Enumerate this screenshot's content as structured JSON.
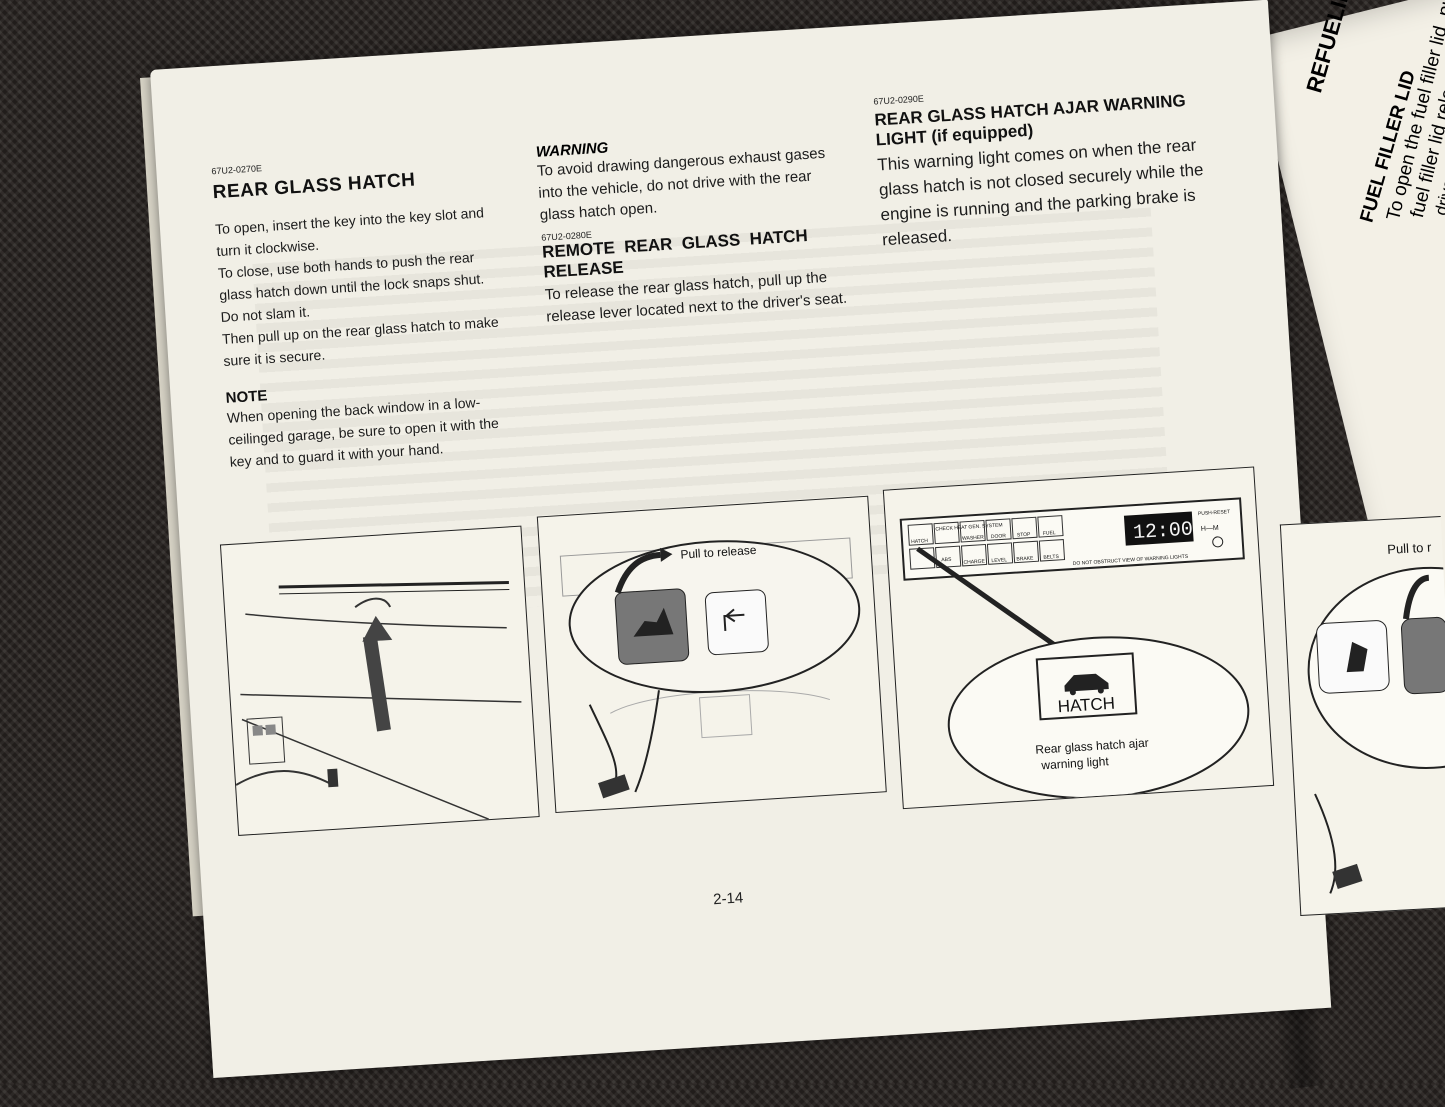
{
  "left_column": {
    "code": "67U2-0270E",
    "title": "REAR GLASS HATCH",
    "lines": [
      "To open, insert the key into the key slot and",
      "turn it clockwise.",
      "To close, use both hands to push the rear",
      "glass hatch down until the lock snaps shut.",
      "Do not slam it.",
      "Then pull up on the rear glass hatch to make",
      "sure it is secure."
    ],
    "note_title": "NOTE",
    "note_lines": [
      "When opening the back window in a low-",
      "ceilinged garage, be sure to open it with the",
      "key and to guard it with your hand."
    ]
  },
  "middle_column": {
    "warning_title": "WARNING",
    "warning_lines": [
      "To avoid drawing dangerous exhaust gases",
      "into the vehicle, do not drive with the rear",
      "glass hatch open."
    ],
    "code": "67U2-0280E",
    "title_line1": "REMOTE  REAR  GLASS  HATCH",
    "title_line2": "RELEASE",
    "lines": [
      "To release the rear glass hatch, pull up the",
      "release lever located next to the driver's seat."
    ]
  },
  "right_column": {
    "code": "67U2-0290E",
    "title_line1": "REAR GLASS HATCH AJAR WARNING",
    "title_line2": "LIGHT (if equipped)",
    "lines": [
      "This warning light comes on when the rear",
      "glass hatch is not closed securely while the",
      "engine is running and the parking brake is",
      "released."
    ]
  },
  "figure2": {
    "callout": "Pull to release"
  },
  "figure3": {
    "clock": "12:00",
    "panel_labels": [
      "HATCH",
      "CHECK HEAT GEN. SYSTEM",
      "WASHER",
      "DOOR",
      "STOP",
      "FUEL",
      "",
      "ABS",
      "CHARGE",
      "LEVEL",
      "BRAKE",
      "BELTS"
    ],
    "push_reset": "PUSH-RESET",
    "hm": "H—M",
    "panel_note": "DO NOT OBSTRUCT VIEW OF WARNING LIGHTS",
    "hatch_label": "HATCH",
    "caption_line1": "Rear glass hatch ajar",
    "caption_line2": "warning light"
  },
  "page_number": "2-14",
  "next_page": {
    "section": "REFUELING",
    "heading": "FUEL FILLER LID",
    "line1": "To open the fuel filler lid, pul",
    "line2": "fuel filler lid release knob, loc",
    "line3": "driver's seat.",
    "figure_callout": "Pull to r"
  }
}
